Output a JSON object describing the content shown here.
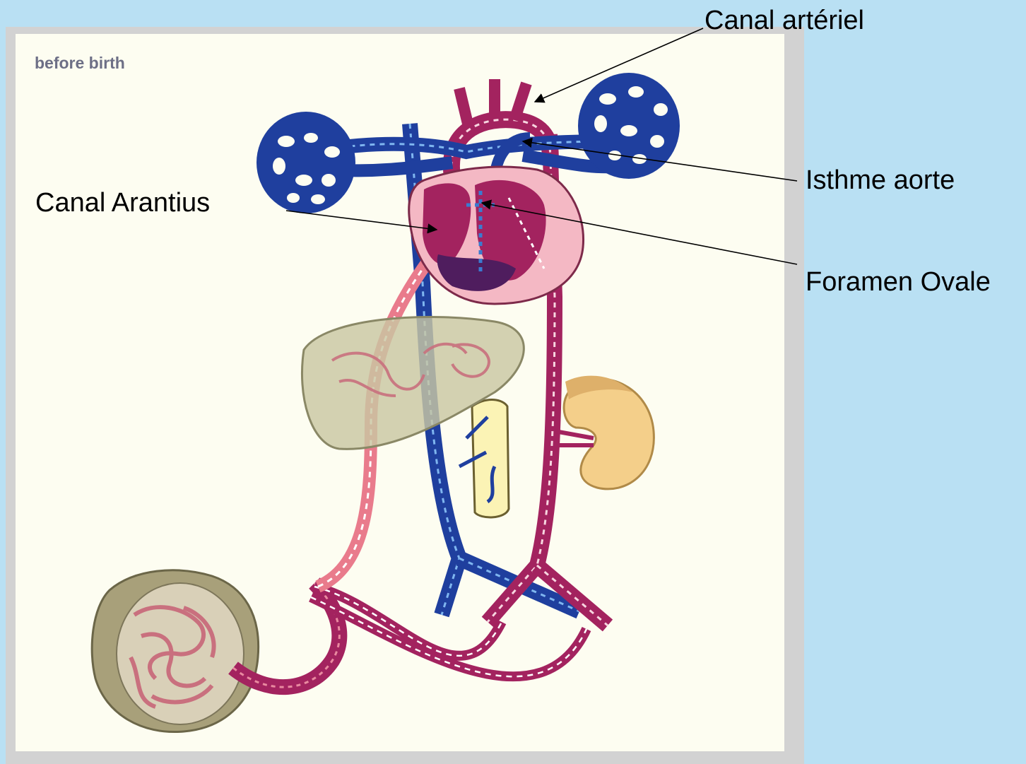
{
  "figure": {
    "caption": "before birth"
  },
  "labels": {
    "canal_arteriel": "Canal artériel",
    "isthme_aorte": "Isthme aorte",
    "canal_arantius": "Canal Arantius",
    "foramen_ovale": "Foramen Ovale"
  },
  "colors": {
    "background": "#b9e0f3",
    "panel": "#fdfdf1",
    "panel_border": "#d4d4d4",
    "vein_blue": "#1f3f9e",
    "artery_red": "#a3235f",
    "oxygenated_pink": "#e97b8c",
    "heart_outline": "#f4b8c4",
    "liver": "#c9c7a2",
    "kidney": "#f4cf8a",
    "intestine": "#fbf3b5",
    "placenta": "#a8a07a"
  }
}
